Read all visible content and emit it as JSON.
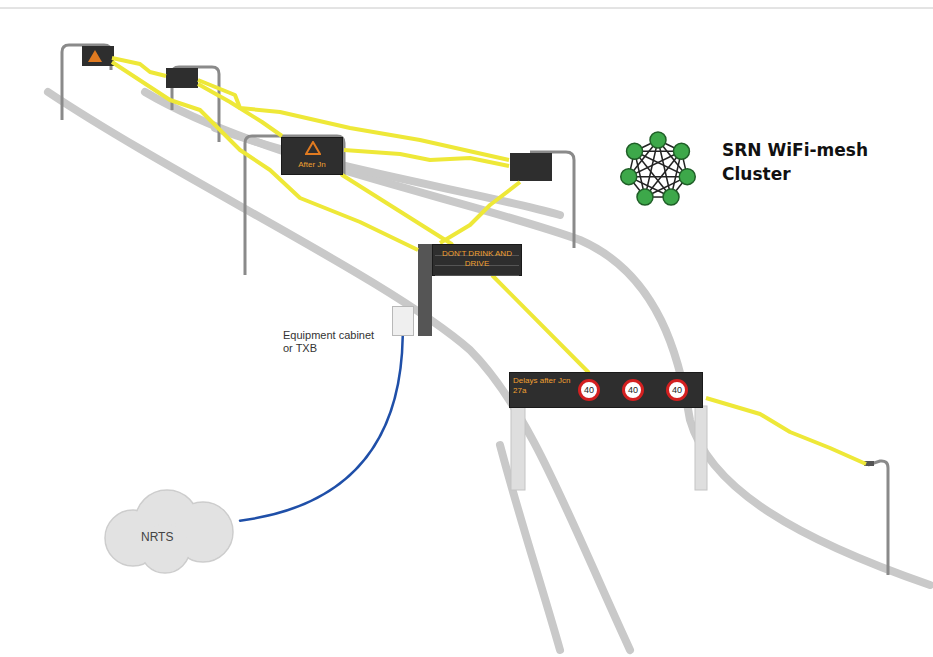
{
  "diagram": {
    "nodes": [
      {
        "text": [
          "After Jn"
        ]
      },
      {
        "text": [
          "DON'T DRINK AND DRIVE"
        ]
      },
      {
        "text": [
          "Delays after Jcn 27a"
        ]
      },
      {
        "text": [
          "40"
        ],
        "in": 2
      },
      {
        "text": [
          "40"
        ],
        "in": 2
      },
      {
        "text": [
          "40"
        ],
        "in": 2
      },
      {
        "text": [
          "Equipment cabinet or TXB"
        ]
      },
      {
        "text": [
          "NRTS"
        ]
      }
    ],
    "edges": [
      {
        "from": 0,
        "to": 1,
        "arrow": "none"
      },
      {
        "from": 1,
        "to": 2,
        "arrow": "none"
      },
      {
        "from": 6,
        "to": 7,
        "arrow": "none"
      }
    ],
    "legend": [
      {
        "text": "SRN WiFi-mesh Cluster"
      }
    ]
  }
}
